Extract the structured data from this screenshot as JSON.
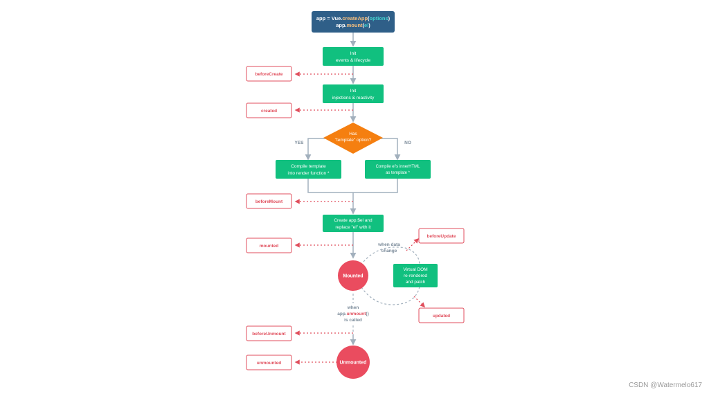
{
  "colors": {
    "step_green": "#11c07f",
    "start_blue": "#2f5f88",
    "hook_red": "#e04e5c",
    "decision_orange": "#f57f10",
    "state_red": "#ea4c5f",
    "arrow_gray": "#a2b0bd",
    "label_gray": "#7a8a99",
    "code_keyword": "#f9c07d",
    "code_arg": "#41d2cf"
  },
  "start": {
    "line1_prefix": "app = Vue.",
    "line1_method": "createApp",
    "line1_paren_open": "(",
    "line1_arg": "options",
    "line1_paren_close": ")",
    "line2_prefix": "app.",
    "line2_method": "mount",
    "line2_paren_open": "(",
    "line2_arg": "el",
    "line2_paren_close": ")"
  },
  "steps": {
    "init_events": [
      "Init",
      "events & lifecycle"
    ],
    "init_injections": [
      "Init",
      "injections & reactivity"
    ],
    "compile_template": [
      "Compile template",
      "into render function *"
    ],
    "compile_el": [
      "Compile el's innerHTML",
      "as template *"
    ],
    "create_el": [
      "Create app.$el and",
      "replace \"el\" with it"
    ],
    "virtual_dom": [
      "Virtual DOM",
      "re-rendered",
      "and patch"
    ]
  },
  "decision": {
    "text": [
      "Has",
      "\"template\" option?"
    ],
    "yes": "YES",
    "no": "NO"
  },
  "hooks": {
    "before_create": "beforeCreate",
    "created": "created",
    "before_mount": "beforeMount",
    "mounted": "mounted",
    "before_update": "beforeUpdate",
    "updated": "updated",
    "before_unmount": "beforeUnmount",
    "unmounted": "unmounted"
  },
  "states": {
    "mounted": "Mounted",
    "unmounted": "Unmounted"
  },
  "labels": {
    "when_data_change": [
      "when data",
      "change"
    ],
    "when_unmount_1": "when",
    "when_unmount_2_prefix": "app.",
    "when_unmount_2_method": "unmount",
    "when_unmount_2_suffix": "()",
    "when_unmount_3": "is called"
  },
  "watermark": "CSDN @Watermelo617"
}
